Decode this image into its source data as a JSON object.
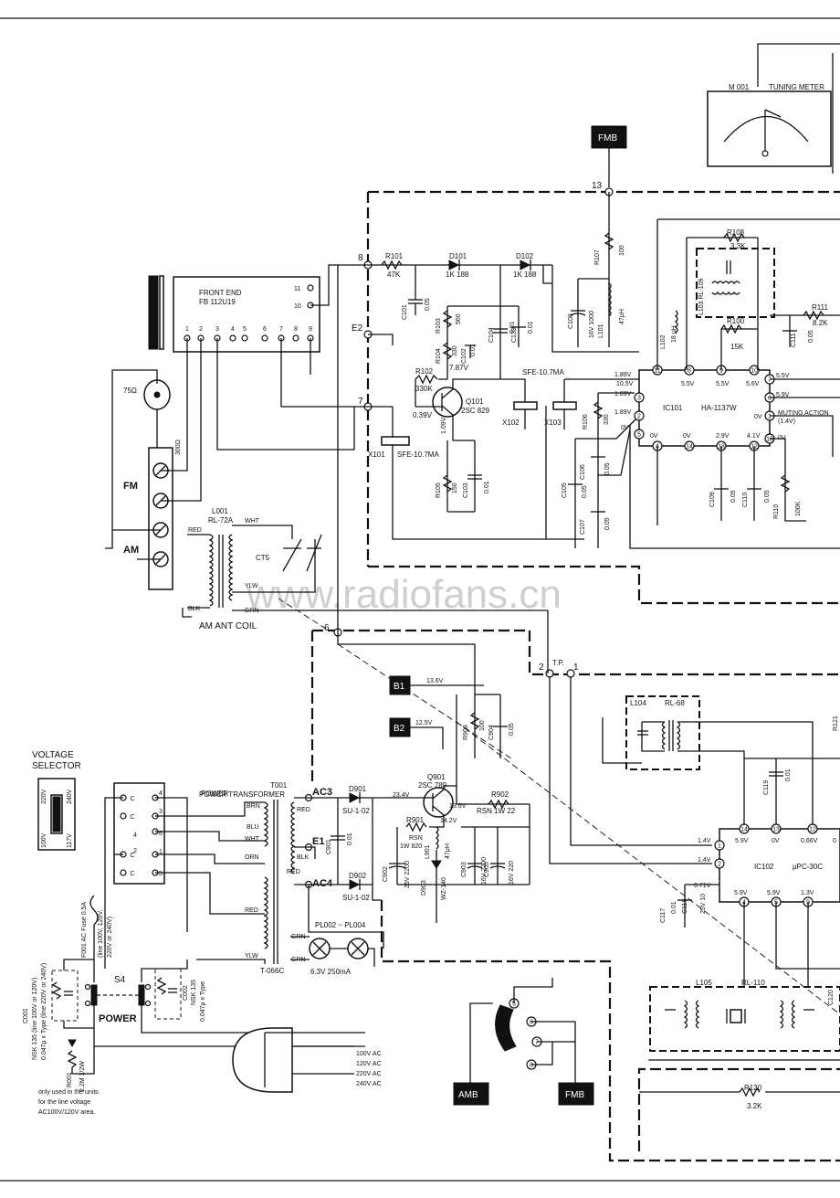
{
  "watermark": "www.radiofans.cn",
  "tuning_meter": {
    "ref": "M 001",
    "label": "TUNING METER"
  },
  "flags": {
    "fmb_top": "FMB",
    "b1": "B1",
    "b2": "B2",
    "amb": "AMB",
    "fmb_bottom": "FMB"
  },
  "front_end": {
    "title": "FRONT END",
    "model": "FB 112U19",
    "pins": [
      "1",
      "2",
      "3",
      "4",
      "5",
      "6",
      "7",
      "8",
      "9"
    ],
    "pin11": "11",
    "pin10": "10"
  },
  "antenna": {
    "ohm75": "75Ω",
    "ohm300": "300Ω",
    "fm": "FM",
    "am": "AM"
  },
  "am_coil": {
    "ref": "L001",
    "model": "RL-72A",
    "red": "RED",
    "blk": "BLK",
    "wht": "WHT",
    "ylw": "YLW",
    "grn": "GRN",
    "ct5": "CT5",
    "caption": "AM ANT COIL"
  },
  "nodes": {
    "n13": "13",
    "n8": "8",
    "n7": "7",
    "e2": "E2",
    "n6": "6",
    "n2": "2",
    "tp": "T.P.",
    "n1": "1"
  },
  "if_stage": {
    "r101": "R101",
    "r101v": "47K",
    "d101": "D101",
    "d101v": "1K 188",
    "d102": "D102",
    "d102v": "1K 188",
    "c101": "C101",
    "c101v": "0.05",
    "r103": "R103",
    "r103v": "560",
    "r104": "R104",
    "r104v": "330",
    "c102": "C102",
    "c102v": "0.01",
    "c104": "C104",
    "c104v": "0.01",
    "c133": "C133",
    "c133v": "0.01",
    "r102": "R102",
    "r102v": "330K",
    "q101": "Q101",
    "q101v": "2SC 829",
    "v787": "7.87V",
    "v039": "0.39V",
    "v109": "1.09V",
    "x101": "X101",
    "x101v": "SFE-10.7MA",
    "x102": "X102",
    "x103": "X103",
    "sfe": "SFE-10.7MA",
    "r105": "R105",
    "r105v": "150",
    "c103": "C103",
    "c103v": "0.01",
    "r107": "R107",
    "r107v": "100",
    "c108": "C108",
    "c108v": "16V 1000",
    "l101": "L101",
    "l101v": "47μH",
    "r106": "R106",
    "r106v": "330",
    "c105": "C105",
    "c105v": "0.05",
    "c106": "C106",
    "c106v": "0.05",
    "c107": "C107",
    "c107v": "0.05"
  },
  "ic101": {
    "ref": "IC101",
    "model": "HA-1137W",
    "r108": "R108",
    "r108v": "3.3K",
    "l103": "L103 RL-109",
    "l102": "L102",
    "l102v": "18 μH",
    "r100": "R100",
    "r100v": "15K",
    "r111": "R111",
    "r111v": "8.2K",
    "c111": "C111",
    "c111v": "0.05",
    "v189a": "1.89V",
    "v105": "10.5V",
    "v55a": "5.5V",
    "v55b": "5.5V",
    "v56": "5.6V",
    "v55c": "5.5V",
    "v59": "5.9V",
    "v189b": "1.89V",
    "v189c": "1.89V",
    "v0a": "0V",
    "v0b": "0V",
    "v0c": "0V",
    "v29": "2.9V",
    "v41": "4.1V",
    "v0d": "0V",
    "v0e": "0V",
    "muting": "MUTING ACTION",
    "muting_v": "(1.4V)",
    "c109": "C109",
    "c109v": "0.05",
    "c110": "C110",
    "c110v": "0.05",
    "r110": "R110",
    "r110v": "100K",
    "pins": [
      "11",
      "8",
      "9",
      "10",
      "7",
      "6",
      "3",
      "2",
      "5",
      "1",
      "4",
      "14",
      "13",
      "12",
      "16"
    ]
  },
  "power_supply": {
    "voltage_selector": [
      "VOLTAGE",
      "SELECTOR"
    ],
    "vs_opts": [
      "220V",
      "240V",
      "100V",
      "117V"
    ],
    "power_transformer": "POWER  TRANSFORMER",
    "t001": "T001",
    "t066c": "T-066C",
    "brn": "BRN",
    "blu": "BLU",
    "wht": "WHT",
    "orn": "ORN",
    "red": "RED",
    "ylw": "YLW",
    "red2": "RED",
    "blk": "BLK",
    "red3": "RED",
    "ac3": "AC3",
    "ac4": "AC4",
    "e1": "E1",
    "d901": "D901",
    "d901v": "SU-1·02",
    "d902": "D902",
    "d902v": "SU-1·02",
    "c901": "C901",
    "c901v": "0.01",
    "q901": "Q901",
    "q901v": "2SC 789",
    "v234": "23.4V",
    "v136": "13.6V",
    "v142": "14.2V",
    "r902": "R902",
    "r902v": "RSN 1W 22",
    "r901": "R901",
    "r901v": "RSN",
    "r901w": "1W 820",
    "l901": "L901",
    "l901v": "47μH",
    "d903": "D903",
    "d903v": "WZ-140",
    "c902": "C902",
    "c902v": "25V 2200",
    "c903": "C903",
    "c903v": "16V 2200",
    "c905": "C905",
    "c905v": "16V 220",
    "b1v": "13.6V",
    "b2v": "12.5V",
    "r903": "R903",
    "r903v": "100",
    "c904": "C904",
    "c904v": "0.05",
    "pl": "PL002 ~ PL004",
    "plv": "6.3V 250mA",
    "grn1": "GRN",
    "grn2": "GRN",
    "sw_c": [
      "C",
      "C",
      "C",
      "C"
    ],
    "sw_pins": [
      "4",
      "3",
      "6",
      "1",
      "5",
      "4",
      "2"
    ],
    "power_label": "POWER",
    "fuse": "F001 AC Fuse 0.5A",
    "fuse2": "(line 100V, 120V,",
    "fuse3": "220V or 240V)",
    "c001": "C001",
    "c001v": "NSK 135 (line 100V or 120V)",
    "c001w": "0.047μ x Type (line 220V or 240V)",
    "s4": "S4",
    "power_sw": "POWER",
    "c002": "C002",
    "c002v": "NSK 135",
    "c002w": "0.047μ x Type",
    "r001": "R001",
    "r001v": "2.2M 1/2W",
    "note": [
      "only  used  in  the  units",
      "for  the  line  voltage",
      "AC100V/120V area."
    ],
    "ac_opts": [
      "100V AC",
      "120V AC",
      "220V AC",
      "240V AC"
    ]
  },
  "ic102": {
    "ref": "IC102",
    "model": "μPC-30C",
    "l104": "L104",
    "l104v": "RL-68",
    "r121": "R121",
    "c119": "C119",
    "c119v": "0.01",
    "v14a": "1.4V",
    "v14b": "1.4V",
    "v59a": "5.9V",
    "v0": "0V",
    "v066": "0.66V",
    "v0f": "0",
    "v071": "0.71V",
    "v59b": "5.9V",
    "v59c": "5.9V",
    "v13": "1.3V",
    "c117": "C117",
    "c117v": "0.01",
    "c118": "C118",
    "c118v": "25V 10",
    "l105": "L105",
    "l105v": "RL-110",
    "c120": "C120",
    "r120": "R120",
    "r120v": "3.2K",
    "pins": [
      "14",
      "13",
      "12",
      "1",
      "2",
      "4",
      "5",
      "9"
    ]
  },
  "selector": {
    "pins": [
      "5",
      "6",
      "7",
      "8"
    ]
  }
}
